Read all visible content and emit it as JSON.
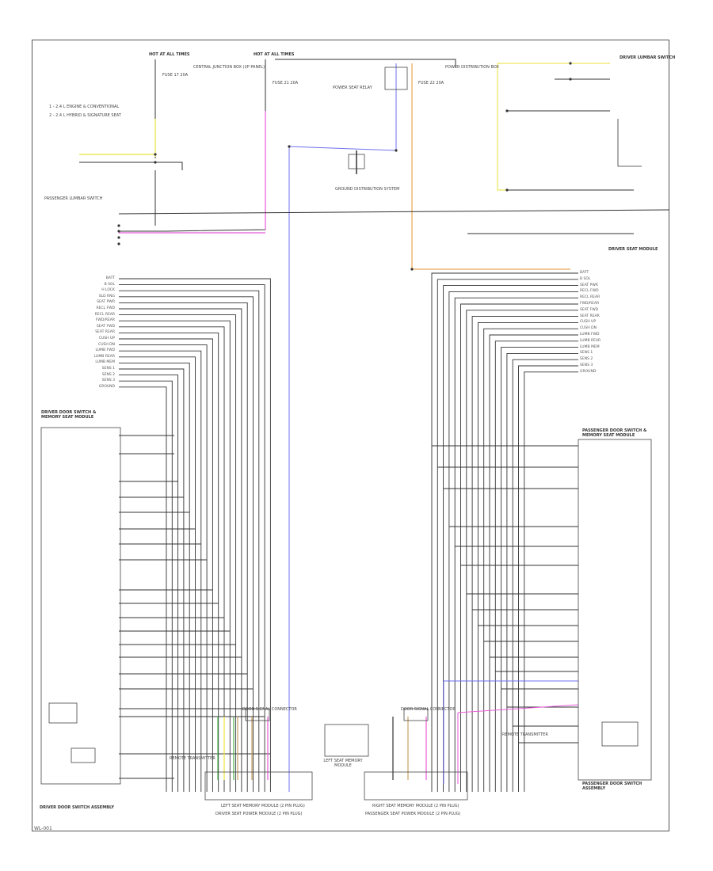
{
  "footer": {
    "code": "WL-001"
  },
  "legend": {
    "line1": "1 - 2.4 L ENGINE & CONVENTIONAL",
    "line2": "2 - 2.4 L HYBRID & SIGNATURE SEAT"
  },
  "top": {
    "hot_left": "HOT AT ALL TIMES",
    "hot_center": "HOT AT ALL TIMES",
    "central_junction": "CENTRAL JUNCTION BOX (I/P PANEL)",
    "fuse_left": "FUSE 17 20A",
    "fuse_center": "FUSE 21 20A",
    "fuse_right": "FUSE 22 20A",
    "power_dist": "POWER DISTRIBUTION BOX",
    "relay": "POWER SEAT RELAY",
    "ground_dist": "GROUND DISTRIBUTION SYSTEM",
    "driver_lumbar": "DRIVER LUMBAR SWITCH",
    "passenger_lumbar": "PASSENGER LUMBAR SWITCH",
    "driver_seat_module": "DRIVER SEAT MODULE"
  },
  "left_module": {
    "title": "DRIVER DOOR SWITCH & MEMORY SEAT MODULE",
    "footer_title": "DRIVER DOOR SWITCH ASSEMBLY",
    "pins": [
      "BATT",
      "B SOL",
      "H LOCK",
      "SLD RNG",
      "SEAT PWR",
      "RECL FWD",
      "RECL REAR",
      "FWD/REAR",
      "SEAT FWD",
      "SEAT REAR",
      "CUSH UP",
      "CUSH DN",
      "LUMB FWD",
      "LUMB REAR",
      "LUMB MEM",
      "SENS 1",
      "SENS 2",
      "SENS 3",
      "GROUND"
    ]
  },
  "right_module": {
    "title": "PASSENGER DOOR SWITCH & MEMORY SEAT MODULE",
    "footer_title": "PASSENGER DOOR SWITCH ASSEMBLY",
    "pins": [
      "BATT",
      "B SOL",
      "SEAT PWR",
      "RECL FWD",
      "RECL REAR",
      "FWD/REAR",
      "SEAT FWD",
      "SEAT REAR",
      "CUSH UP",
      "CUSH DN",
      "LUMB FWD",
      "LUMB REAR",
      "LUMB MEM",
      "SENS 1",
      "SENS 2",
      "SENS 3",
      "GROUND"
    ]
  },
  "bottom": {
    "left_seat": "LEFT SEAT MEMORY MODULE (2 PIN PLUG)",
    "left_seat_sub": "DRIVER SEAT POWER MODULE (2 PIN PLUG)",
    "right_seat": "RIGHT SEAT MEMORY MODULE (2 PIN PLUG)",
    "right_seat_sub": "PASSENGER SEAT POWER MODULE (2 PIN PLUG)",
    "center_conn": "LEFT SEAT MEMORY MODULE",
    "left_connector": "DOOR SIGNAL CONNECTOR",
    "right_connector": "DOOR SIGNAL CONNECTOR",
    "left_remote": "REMOTE TRANSMITTER",
    "right_remote": "REMOTE TRANSMITTER"
  },
  "colors": {
    "wire_black": "#333333",
    "wire_yellow": "#e8e23a",
    "wire_pink": "#e85ad9",
    "wire_blue": "#6f6ff0",
    "wire_orange": "#e8902a",
    "wire_green": "#4caf50",
    "wire_tan": "#c8a060"
  }
}
